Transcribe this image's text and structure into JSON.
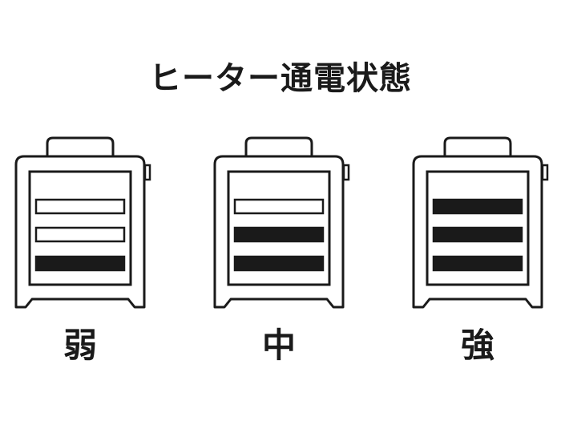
{
  "title": "ヒーター通電状態",
  "colors": {
    "stroke": "#1a1a1a",
    "on": "#1a1a1a",
    "off": "#ffffff"
  },
  "heaters": [
    {
      "label": "弱",
      "bars_on": [
        false,
        false,
        true
      ]
    },
    {
      "label": "中",
      "bars_on": [
        false,
        true,
        true
      ]
    },
    {
      "label": "強",
      "bars_on": [
        true,
        true,
        true
      ]
    }
  ]
}
